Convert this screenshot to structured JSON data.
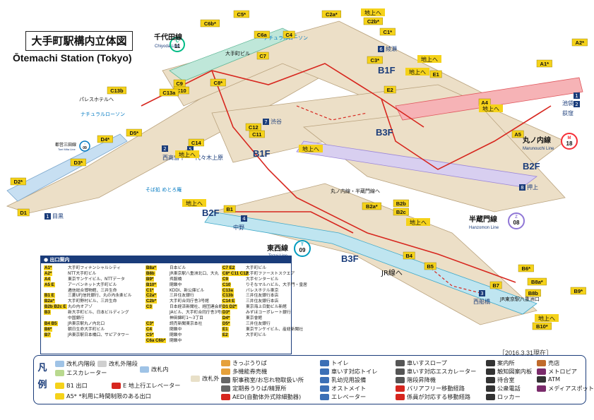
{
  "map": {
    "title": "大手町駅構内立体図",
    "subtitle": "Ōtemachi Station (Tokyo)",
    "date_note": "［2016.3.31現在］",
    "floor_labels": [
      "B1F",
      "B1F",
      "B2F",
      "B3F",
      "B2F",
      "B3F"
    ],
    "surface_label": "地上へ",
    "lines": [
      {
        "name_ja": "千代田線",
        "name_en": "Chiyoda Line",
        "code": "C",
        "number": "11",
        "color": "#00bb85"
      },
      {
        "name_ja": "丸ノ内線",
        "name_en": "Marunouchi Line",
        "code": "M",
        "number": "18",
        "color": "#f62e36"
      },
      {
        "name_ja": "半蔵門線",
        "name_en": "Hanzomon Line",
        "code": "Z",
        "number": "08",
        "color": "#8f76d6"
      },
      {
        "name_ja": "東西線",
        "name_en": "Tozai Line",
        "code": "T",
        "number": "09",
        "color": "#009bbf"
      },
      {
        "name_ja": "都営三田線",
        "name_en": "Toei Mita Line",
        "code": "I",
        "number": "09",
        "color": "#0079c2"
      }
    ],
    "directions": [
      {
        "num": "1",
        "label": "目黒"
      },
      {
        "num": "2",
        "label": "西高島平"
      },
      {
        "num": "5",
        "label": "代々木上原"
      },
      {
        "num": "6",
        "label": "綾瀬"
      },
      {
        "num": "7",
        "label": "渋谷"
      },
      {
        "num": "8",
        "label": "押上"
      },
      {
        "num": "1",
        "label": "池袋"
      },
      {
        "num": "2",
        "label": "荻窪"
      },
      {
        "num": "3",
        "label": "西船橋"
      },
      {
        "num": "4",
        "label": "中野"
      }
    ],
    "place_labels": [
      "ナチュラルローソン",
      "ナチュラルローソン",
      "パレスホテルへ",
      "大手町ビル",
      "そば処 めとろ庵",
      "丸ノ内線・半蔵門線へ",
      "JR線へ",
      "JR東京駅八重洲口"
    ],
    "exit_tags": [
      "C1*",
      "C2a*",
      "C2b*",
      "C3*",
      "C4",
      "C5*",
      "C6a",
      "C6b*",
      "C7",
      "C8*",
      "C9",
      "C10",
      "C11",
      "C12",
      "C13a",
      "C13b",
      "C14",
      "D1",
      "D2*",
      "D3*",
      "D4*",
      "D5*",
      "A1*",
      "A2*",
      "A4",
      "A5",
      "E1",
      "E2",
      "B1",
      "B2a*",
      "B2b",
      "B2c",
      "B4",
      "B5",
      "B6*",
      "B7",
      "B8a*",
      "B8b",
      "B9*",
      "B10*"
    ]
  },
  "exit_table": {
    "header": "● 出口案内",
    "col1": [
      {
        "code": "A1*",
        "dest": "大手町フィナンシャルシティ"
      },
      {
        "code": "A2*",
        "dest": "NTT大手町ビル"
      },
      {
        "code": "A4",
        "dest": "東京サンケイビル、NTTデータ"
      },
      {
        "code": "A5 E",
        "dest": "アーバンネット大手町ビル"
      },
      {
        "code": "",
        "dest": "逓信総合博物館、三井生命"
      },
      {
        "code": "B1 E",
        "dest": "三菱UFJ信託銀行、丸の内永楽ビル"
      },
      {
        "code": "B2a*",
        "dest": "大手町野村ビル、三井生命"
      },
      {
        "code": "B2b B2c E",
        "dest": "丸の内オアゾ"
      },
      {
        "code": "B3",
        "dest": "新大手町ビル、日本ビルディング"
      },
      {
        "code": "",
        "dest": "中国銀行"
      },
      {
        "code": "B4 B5",
        "dest": "JR東京駅丸ノ内北口"
      },
      {
        "code": "B6*",
        "dest": "朝日生命大手町ビル"
      },
      {
        "code": "B7",
        "dest": "JR東京駅日本橋口、サピアタワー"
      }
    ],
    "col2": [
      {
        "code": "B8a*",
        "dest": "日本ビル"
      },
      {
        "code": "B8b",
        "dest": "JR東京駅八重洲北口、大丸"
      },
      {
        "code": "B9*",
        "dest": "呉服橋"
      },
      {
        "code": "B10*",
        "dest": "閉鎖中"
      },
      {
        "code": "C1*",
        "dest": "KDDI、新公庫ビル"
      },
      {
        "code": "C2a*",
        "dest": "三井住友銀行"
      },
      {
        "code": "C2b*",
        "dest": "大手町合同庁舎3号館"
      },
      {
        "code": "C3",
        "dest": "日本経済新聞社、経団連会館"
      },
      {
        "code": "",
        "dest": "JAビル、大手町合同庁舎3号館"
      },
      {
        "code": "",
        "dest": "神田錦町1〜3丁目"
      },
      {
        "code": "C3*",
        "dest": "読売新聞東京本社"
      },
      {
        "code": "C4",
        "dest": "閉鎖中"
      },
      {
        "code": "C5*",
        "dest": "閉鎖中"
      },
      {
        "code": "C6a C6b*",
        "dest": "閉鎖中"
      }
    ],
    "col3": [
      {
        "code": "C7 E2",
        "dest": "大手町ビル"
      },
      {
        "code": "C8* C11 C12",
        "dest": "大手町ファーストスクエア"
      },
      {
        "code": "C9",
        "dest": "大手センタービル"
      },
      {
        "code": "C10",
        "dest": "りそなマルハビル、大手門・皇居"
      },
      {
        "code": "C13a",
        "dest": "パレスホテル東京"
      },
      {
        "code": "C13b",
        "dest": "三井住友銀行本店"
      },
      {
        "code": "C14 E",
        "dest": "三井住友銀行本店"
      },
      {
        "code": "D1 D2*",
        "dest": "東京海上日動ビル新館"
      },
      {
        "code": "D3*",
        "dest": "みずほコーポレート銀行"
      },
      {
        "code": "D4*",
        "dest": "東京會館"
      },
      {
        "code": "D5*",
        "dest": "三井住友銀行"
      },
      {
        "code": "E1",
        "dest": "東京サンケイビル、産経新聞社"
      },
      {
        "code": "E2",
        "dest": "大手町ビル"
      }
    ]
  },
  "legend": {
    "side_label": "凡例",
    "items": [
      {
        "sym": "改札内階段",
        "color": "#9fc3e6"
      },
      {
        "sym": "改札外階段",
        "color": "#cfcfcf"
      },
      {
        "sym": "エスカレーター",
        "color": "#b9d98f"
      },
      {
        "sym": "改札内",
        "color": "#9fc3e6"
      },
      {
        "sym": "改札外",
        "color": "#e8e0c8"
      },
      {
        "sym": "B1 出口",
        "color": "#f5d21a"
      },
      {
        "sym": "E 地上行エレベーター",
        "color": "#d7261e"
      },
      {
        "sym": "A5* *利用に時間制限のある出口",
        "color": "#f5d21a"
      },
      {
        "sym": "きっぷうりば",
        "color": "#e5a03a"
      },
      {
        "sym": "多機能券売機",
        "color": "#e5a03a"
      },
      {
        "sym": "駅事務室/お忘れ物取扱い所",
        "color": "#666666"
      },
      {
        "sym": "定期券うりば/精算所",
        "color": "#666666"
      },
      {
        "sym": "AED(自動体外式除細動器)",
        "color": "#d7261e"
      },
      {
        "sym": "トイレ",
        "color": "#3b6fb6"
      },
      {
        "sym": "車いす対応トイレ",
        "color": "#3b6fb6"
      },
      {
        "sym": "乳幼児用設備",
        "color": "#3b6fb6"
      },
      {
        "sym": "オストメイト",
        "color": "#3b6fb6"
      },
      {
        "sym": "エレベーター",
        "color": "#3b6fb6"
      },
      {
        "sym": "車いすスロープ",
        "color": "#555555"
      },
      {
        "sym": "車いす対応エスカレーター",
        "color": "#555555"
      },
      {
        "sym": "階段昇降機",
        "color": "#555555"
      },
      {
        "sym": "バリアフリー移動経路",
        "color": "#d7261e"
      },
      {
        "sym": "係員が対応する移動経路",
        "color": "#d7261e"
      },
      {
        "sym": "案内所",
        "color": "#333333"
      },
      {
        "sym": "触知図案内板",
        "color": "#333333"
      },
      {
        "sym": "待合室",
        "color": "#333333"
      },
      {
        "sym": "公衆電話",
        "color": "#333333"
      },
      {
        "sym": "ロッカー",
        "color": "#333333"
      },
      {
        "sym": "売店",
        "color": "#c06a2b"
      },
      {
        "sym": "メトロピア",
        "color": "#7a2b6b"
      },
      {
        "sym": "ATM",
        "color": "#333333"
      },
      {
        "sym": "メディアスポット",
        "color": "#7a2b6b"
      }
    ]
  }
}
